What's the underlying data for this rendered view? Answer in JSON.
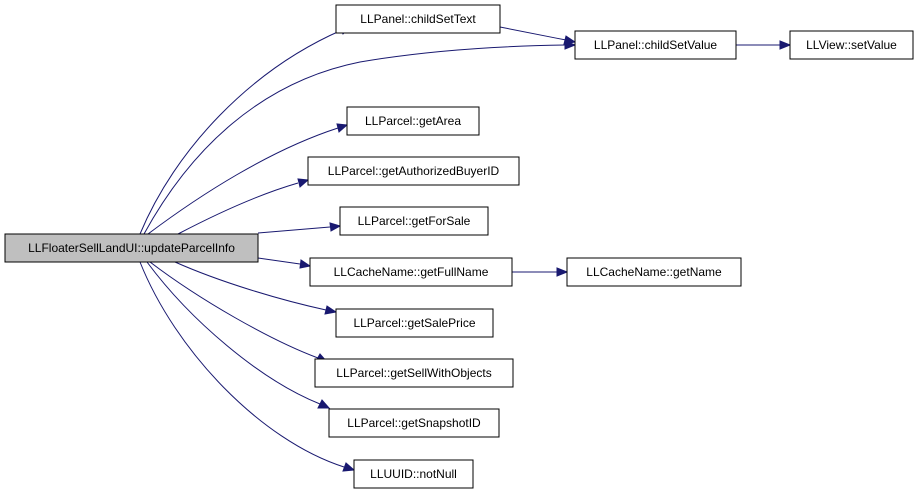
{
  "nodes": {
    "root": "LLFloaterSellLandUI::updateParcelInfo",
    "childSetText": "LLPanel::childSetText",
    "childSetValue": "LLPanel::childSetValue",
    "setValue": "LLView::setValue",
    "getArea": "LLParcel::getArea",
    "getAuthorizedBuyerID": "LLParcel::getAuthorizedBuyerID",
    "getForSale": "LLParcel::getForSale",
    "getFullName": "LLCacheName::getFullName",
    "getName": "LLCacheName::getName",
    "getSalePrice": "LLParcel::getSalePrice",
    "getSellWithObjects": "LLParcel::getSellWithObjects",
    "getSnapshotID": "LLParcel::getSnapshotID",
    "notNull": "LLUUID::notNull"
  },
  "colors": {
    "edge": "#191970",
    "root_fill": "#bfbfbf",
    "node_fill": "#ffffff",
    "node_border": "#000000"
  }
}
